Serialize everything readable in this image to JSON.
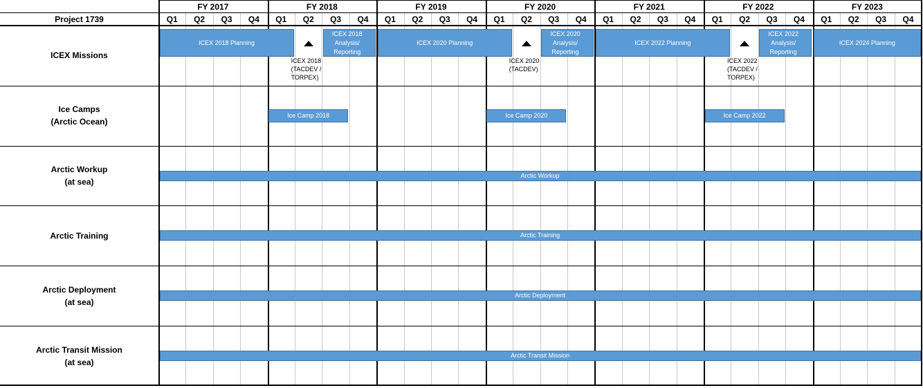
{
  "project_label": "Project 1739",
  "fiscal_years": [
    "FY 2017",
    "FY 2018",
    "FY 2019",
    "FY 2020",
    "FY 2021",
    "FY 2022",
    "FY 2023"
  ],
  "quarters": [
    "Q1",
    "Q2",
    "Q3",
    "Q4"
  ],
  "rows": [
    {
      "id": "icex",
      "label_line1": "ICEX Missions",
      "label_line2": ""
    },
    {
      "id": "icecamps",
      "label_line1": "Ice Camps",
      "label_line2": "(Arctic Ocean)"
    },
    {
      "id": "workup",
      "label_line1": "Arctic Workup",
      "label_line2": "(at sea)"
    },
    {
      "id": "training",
      "label_line1": "Arctic Training",
      "label_line2": ""
    },
    {
      "id": "deployment",
      "label_line1": "Arctic Deployment",
      "label_line2": "(at sea)"
    },
    {
      "id": "transit",
      "label_line1": "Arctic Transit Mission",
      "label_line2": "(at sea)"
    }
  ],
  "bars": [
    {
      "row": 0,
      "start": "FY2017 Q1",
      "end": "FY2018 Q1",
      "label": "ICEX 2018 Planning"
    },
    {
      "row": 0,
      "start": "FY2018 Q3",
      "end": "FY2018 Q4",
      "label": "ICEX 2018 Analysis/ Reporting"
    },
    {
      "row": 0,
      "start": "FY2019 Q1",
      "end": "FY2020 Q1",
      "label": "ICEX 2020 Planning"
    },
    {
      "row": 0,
      "start": "FY2020 Q3",
      "end": "FY2020 Q4",
      "label": "ICEX 2020 Analysis/ Reporting"
    },
    {
      "row": 0,
      "start": "FY2021 Q1",
      "end": "FY2022 Q1",
      "label": "ICEX 2022 Planning"
    },
    {
      "row": 0,
      "start": "FY2022 Q3",
      "end": "FY2022 Q4",
      "label": "ICEX 2022 Analysis/ Reporting"
    },
    {
      "row": 0,
      "start": "FY2023 Q1",
      "end": "FY2023 Q4",
      "label": "ICEX 2024 Planning"
    },
    {
      "row": 1,
      "start": "FY2018 Q1",
      "end": "FY2018 Q3",
      "label": "Ice Camp 2018"
    },
    {
      "row": 1,
      "start": "FY2020 Q1",
      "end": "FY2020 Q3",
      "label": "Ice Camp 2020"
    },
    {
      "row": 1,
      "start": "FY2022 Q1",
      "end": "FY2022 Q3",
      "label": "Ice Camp 2022"
    },
    {
      "row": 2,
      "start": "FY2017 Q1",
      "end": "FY2023 Q4",
      "label": "Arctic Workup"
    },
    {
      "row": 3,
      "start": "FY2017 Q1",
      "end": "FY2023 Q4",
      "label": "Arctic Training"
    },
    {
      "row": 4,
      "start": "FY2017 Q1",
      "end": "FY2023 Q4",
      "label": "Arctic Deployment"
    },
    {
      "row": 5,
      "start": "FY2017 Q1",
      "end": "FY2023 Q4",
      "label": "Arctic Transit Mission"
    }
  ],
  "milestones": [
    {
      "row": 0,
      "at": "FY2018 Q2",
      "label": "ICEX 2018\n(TACDEV /\nTORPEX)"
    },
    {
      "row": 0,
      "at": "FY2020 Q2",
      "label": "ICEX 2020\n(TACDEV)"
    },
    {
      "row": 0,
      "at": "FY2022 Q2",
      "label": "ICEX 2022\n(TACDEV /\nTORPEX)"
    }
  ],
  "colors": {
    "bar": "#5b9bd5",
    "bar_border": "#41719c",
    "grid": "#c8c8c8",
    "frame": "#000000"
  }
}
